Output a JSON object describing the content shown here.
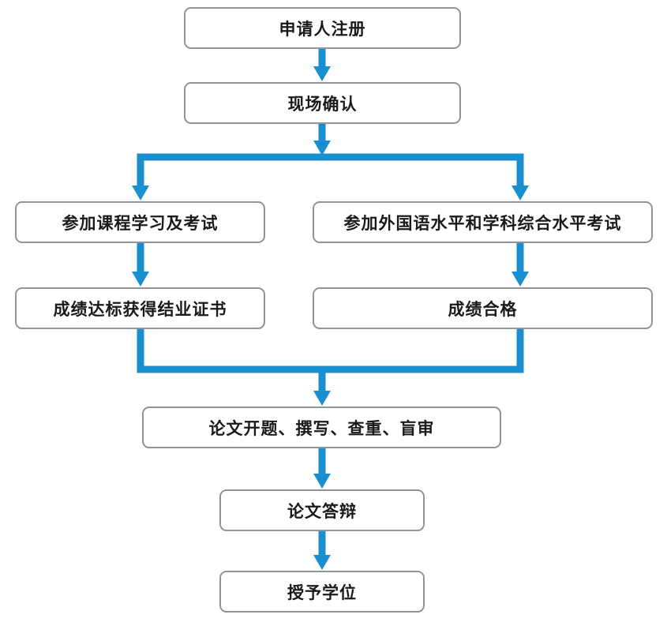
{
  "colors": {
    "connector": "#1a8fcf",
    "box_border": "#8f9499",
    "text": "#1a1a1a"
  },
  "flow": {
    "steps": {
      "register": "申请人注册",
      "onsite_confirm": "现场确认",
      "courses_exams": "参加课程学习及考试",
      "language_subject_exam": "参加外国语水平和学科综合水平考试",
      "completion_certificate": "成绩达标获得结业证书",
      "scores_pass": "成绩合格",
      "thesis_process": "论文开题、撰写、查重、盲审",
      "thesis_defense": "论文答辩",
      "degree_award": "授予学位"
    }
  }
}
